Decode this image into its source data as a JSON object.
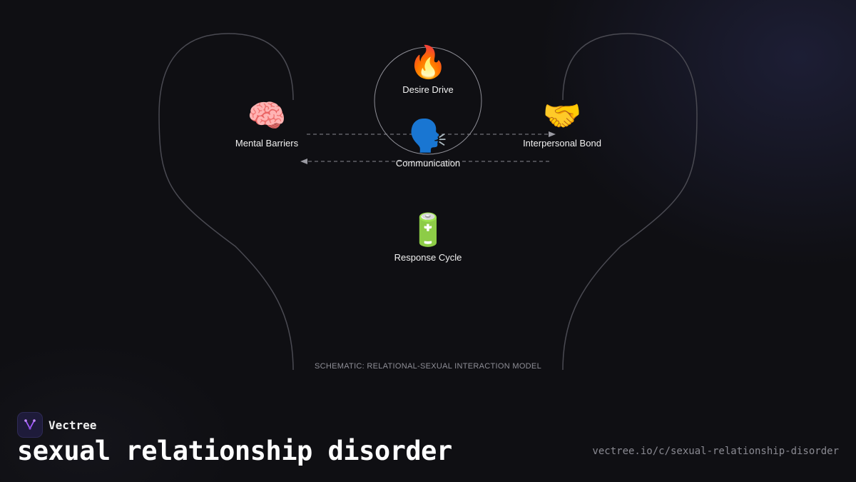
{
  "diagram": {
    "nodes": [
      {
        "id": "desire",
        "emoji": "🔥",
        "icon": "fire-icon",
        "label": "Desire Drive"
      },
      {
        "id": "mental",
        "emoji": "🧠",
        "icon": "brain-icon",
        "label": "Mental Barriers"
      },
      {
        "id": "communication",
        "emoji": "🗣️",
        "icon": "speaking-head-icon",
        "label": "Communication"
      },
      {
        "id": "bond",
        "emoji": "🤝",
        "icon": "handshake-icon",
        "label": "Interpersonal Bond"
      },
      {
        "id": "response",
        "emoji": "🔋",
        "icon": "battery-icon",
        "label": "Response Cycle"
      }
    ],
    "caption": "SCHEMATIC: RELATIONAL-SEXUAL INTERACTION MODEL"
  },
  "brand": {
    "name": "Vectree",
    "icon": "vectree-logo-icon",
    "accent": "#a35cff"
  },
  "title": "sexual relationship disorder",
  "url": "vectree.io/c/sexual-relationship-disorder"
}
